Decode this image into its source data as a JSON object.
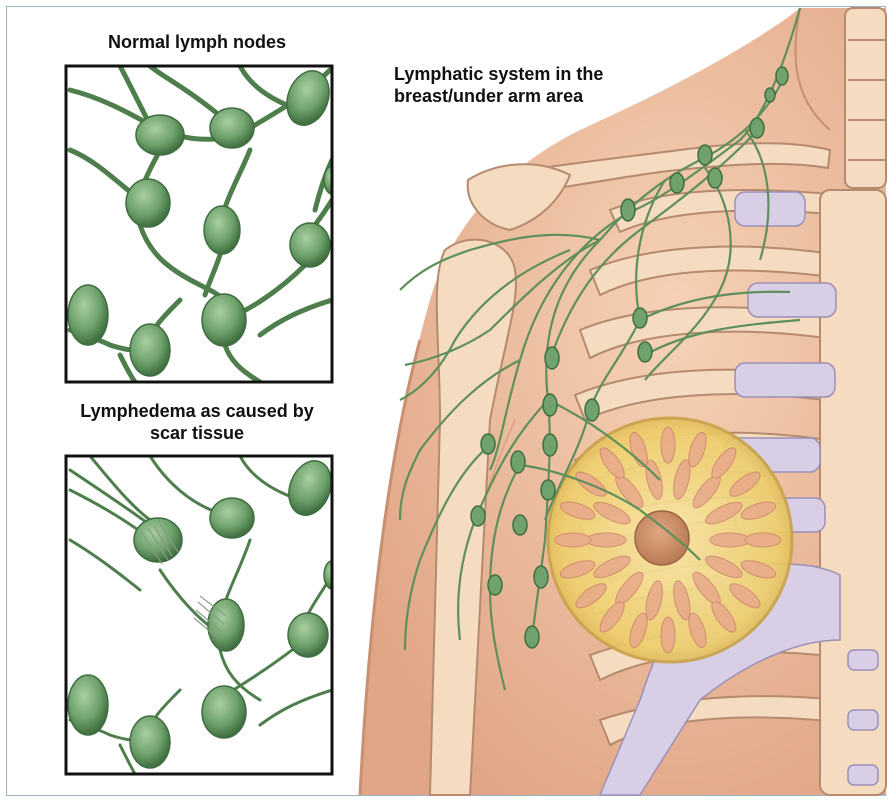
{
  "labels": {
    "normal_title": "Normal lymph nodes",
    "lymphedema_title_line1": "Lymphedema as caused by",
    "lymphedema_title_line2": "scar tissue",
    "main_title_line1": "Lymphatic system in the",
    "main_title_line2": "breast/under arm area"
  },
  "colors": {
    "skin": "#f2c4a3",
    "skin_shadow": "#e3a98a",
    "bone": "#f5dcc0",
    "bone_outline": "#b58a6e",
    "cartilage": "#d8cfe6",
    "node": "#6fa26c",
    "node_dark": "#3f6e40",
    "vessel": "#5f8f5a",
    "breast_gland": "#f0d27a",
    "lobule": "#e8a98c",
    "areola": "#c98b66",
    "panel_bg": "#ffffff",
    "panel_border": "#111111"
  },
  "icons": [
    "lymph-node-icon",
    "scar-tissue-icon"
  ]
}
